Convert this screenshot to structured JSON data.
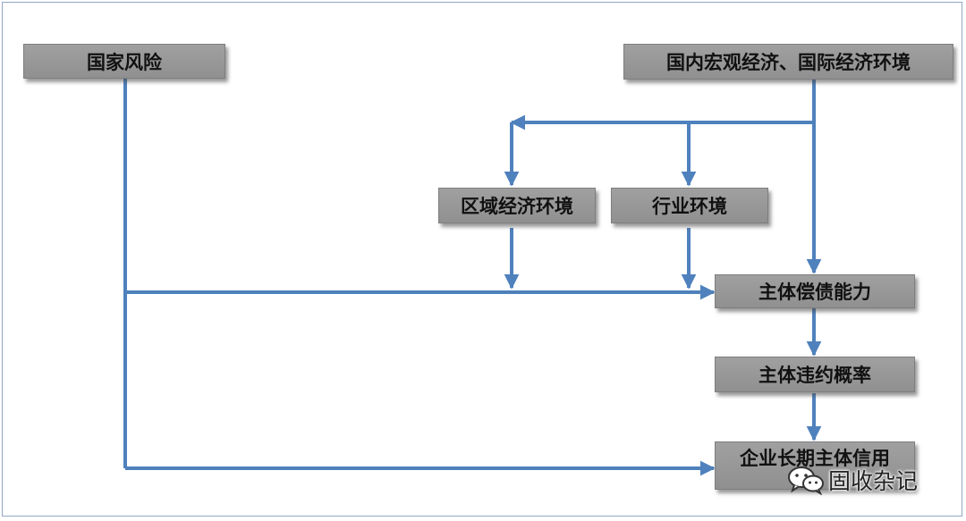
{
  "nodes": {
    "country_risk": "国家风险",
    "macro_env": "国内宏观经济、国际经济环境",
    "regional_env": "区域经济环境",
    "industry_env": "行业环境",
    "repay_ability": "主体偿债能力",
    "default_prob": "主体违约概率",
    "credit_rating": "企业长期主体信用"
  },
  "colors": {
    "arrow": "#4f81bd",
    "node_fill": "#999999",
    "frame": "#93a6c4"
  },
  "watermark": {
    "text": "固收杂记",
    "icon": "wechat-icon"
  }
}
